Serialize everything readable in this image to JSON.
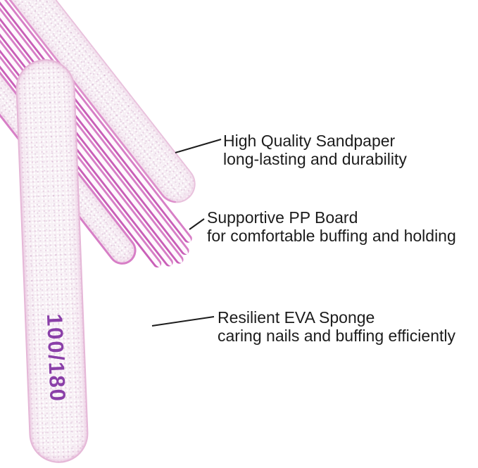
{
  "product": {
    "grit_label": "100/180",
    "grit_label_color": "#8a3fa8"
  },
  "annotations": [
    {
      "title": "High Quality Sandpaper",
      "subtitle": "long-lasting and durability"
    },
    {
      "title": "Supportive PP Board",
      "subtitle": "for comfortable buffing and holding"
    },
    {
      "title": "Resilient EVA Sponge",
      "subtitle": "caring nails and buffing efficiently"
    }
  ],
  "colors": {
    "text": "#1c1c1c",
    "callout_line": "#1c1c1c",
    "file_surface": "#f6eef4",
    "file_edge_pink": "#d77ec6",
    "background": "#ffffff"
  }
}
